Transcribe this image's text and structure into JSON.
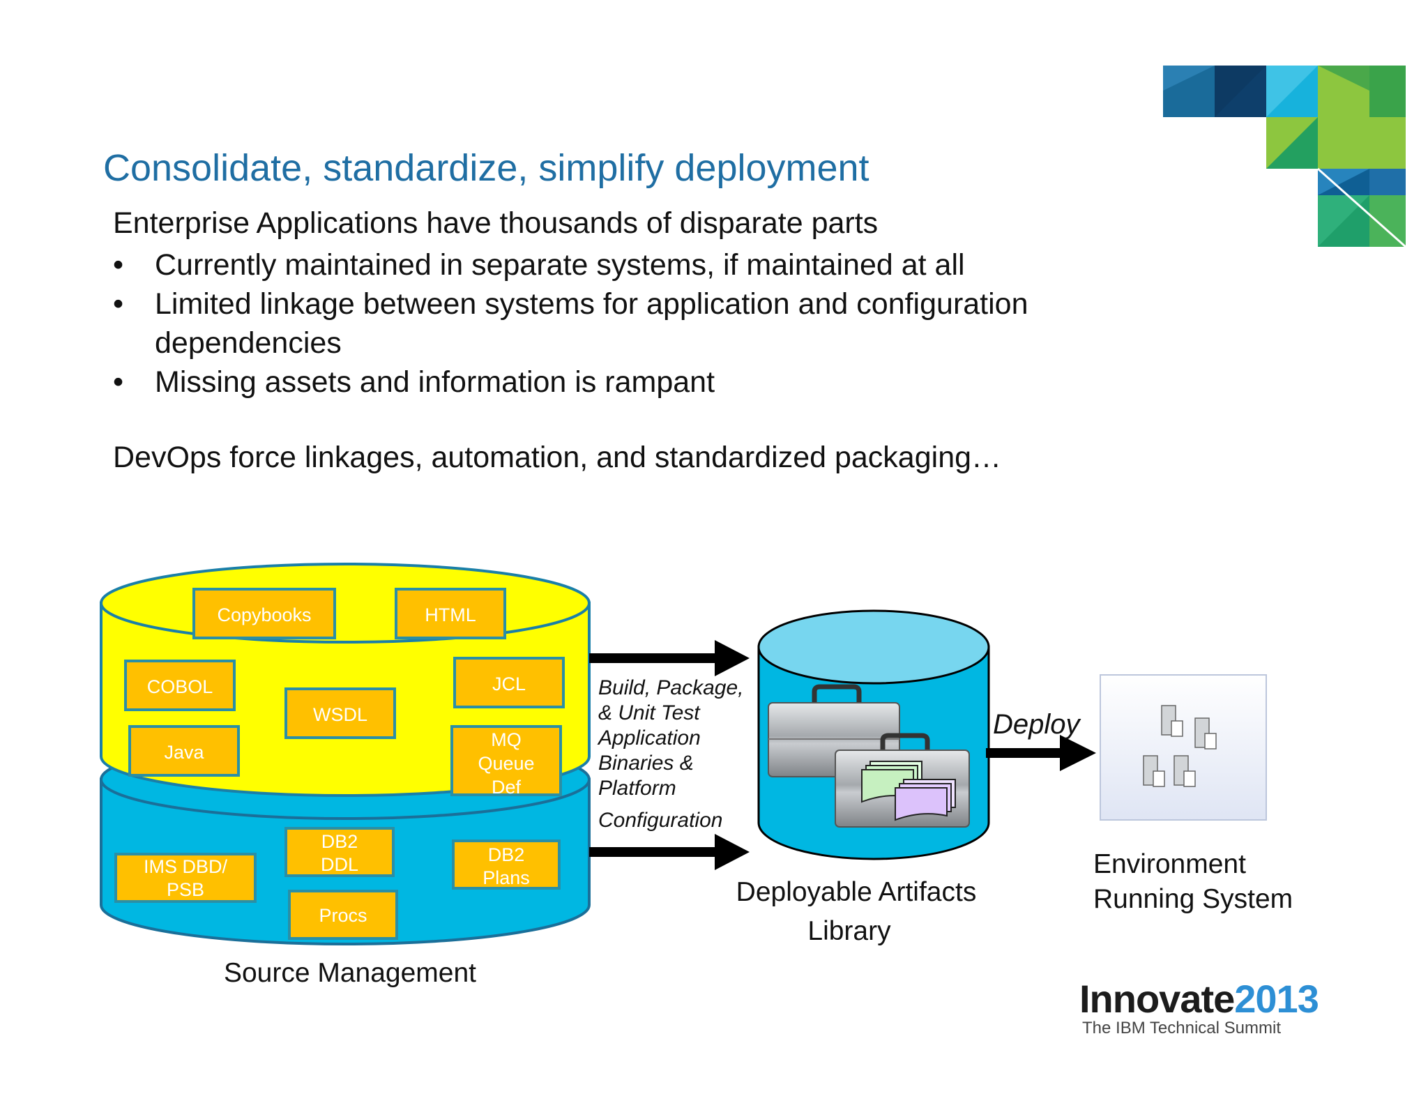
{
  "slide": {
    "title": "Consolidate, standardize, simplify deployment",
    "intro": "Enterprise Applications have thousands of disparate parts",
    "bullets": [
      "Currently maintained in separate systems, if maintained at all",
      "Limited linkage between systems for application and configuration dependencies",
      "Missing assets and information is rampant"
    ],
    "bullet_glyph": "•",
    "devops": "DevOps force linkages, automation, and standardized packaging…"
  },
  "diagram": {
    "source": {
      "caption": "Source Management",
      "top_boxes": {
        "copybooks": "Copybooks",
        "html": "HTML",
        "cobol": "COBOL",
        "wsdl": "WSDL",
        "jcl": "JCL",
        "java": "Java",
        "mq": [
          "MQ",
          "Queue",
          "Def"
        ]
      },
      "bottom_boxes": {
        "ims": [
          "IMS DBD/",
          "PSB"
        ],
        "db2ddl": [
          "DB2",
          "DDL"
        ],
        "db2plans": [
          "DB2",
          "Plans"
        ],
        "procs": "Procs"
      }
    },
    "build_label": [
      "Build, Package,",
      "& Unit Test",
      "Application",
      "Binaries &",
      "Platform",
      "Configuration"
    ],
    "library_caption": [
      "Deployable Artifacts",
      "Library"
    ],
    "deploy_label": "Deploy",
    "environment_caption": [
      "Environment",
      "Running System"
    ]
  },
  "branding": {
    "innovate": "Innovate",
    "year": "2013",
    "tagline": "The IBM Technical Summit"
  },
  "colors": {
    "title": "#1f6ea3",
    "yellow_cylinder": "#ffff00",
    "blue_cylinder": "#00b7e2",
    "component_box": "#ffc000",
    "box_border": "#2a8fa6"
  },
  "icons": [
    "ibm-mosaic-logo",
    "briefcase-icon",
    "document-stack-icon",
    "server-icon"
  ]
}
